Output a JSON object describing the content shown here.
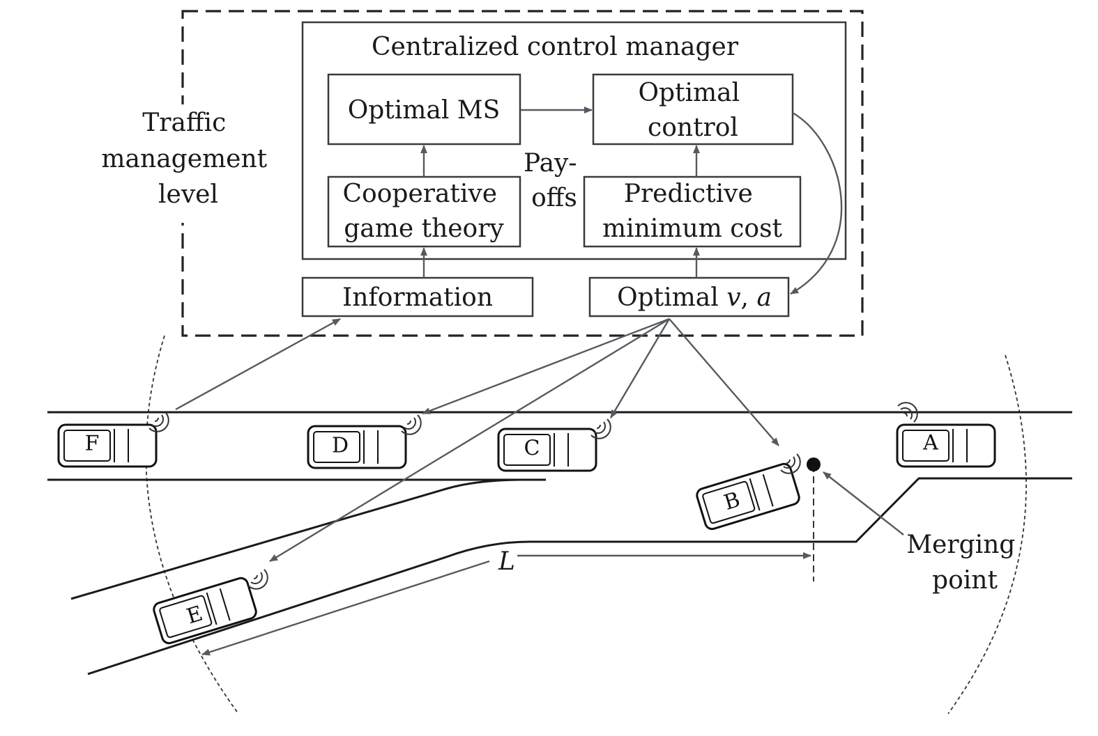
{
  "diagram": {
    "level_label": [
      "Traffic",
      "management",
      "level"
    ],
    "manager_title": "Centralized control manager",
    "boxes": {
      "optimal_ms": "Optimal MS",
      "optimal_control": [
        "Optimal",
        "control"
      ],
      "cooperative": [
        "Cooperative",
        "game theory"
      ],
      "predictive": [
        "Predictive",
        "minimum cost"
      ],
      "information": "Information",
      "optimal_va": {
        "prefix": "Optimal ",
        "v": "v",
        "sep": ", ",
        "a": "a"
      }
    },
    "payoffs_label": [
      "Pay-",
      "offs"
    ],
    "cars": {
      "a": "A",
      "b": "B",
      "c": "C",
      "d": "D",
      "e": "E",
      "f": "F"
    },
    "distance_label": "L",
    "merging_label": [
      "Merging",
      "point"
    ]
  }
}
